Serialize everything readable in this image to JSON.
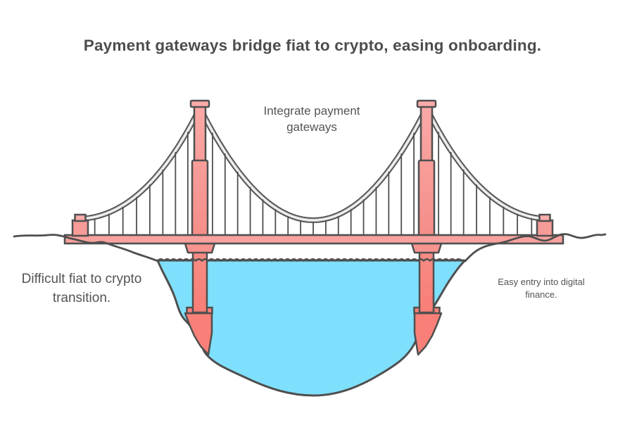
{
  "title": "Payment gateways bridge fiat to crypto, easing onboarding.",
  "labels": {
    "center": "Integrate payment gateways",
    "left": "Difficult fiat to crypto transition.",
    "right": "Easy entry into digital finance."
  },
  "illustration": {
    "name": "suspension-bridge-over-water",
    "elements": [
      "left-tower",
      "right-tower",
      "main-cable",
      "side-cables",
      "suspender-cables",
      "bridge-deck",
      "anchor-posts",
      "water-basin",
      "shoreline"
    ]
  },
  "colors": {
    "background": "#ffffff",
    "text_gray": "#545454",
    "outline_gray": "#4f4f4f",
    "deck_salmon": "#F9A19E",
    "tower_salmon_light": "#FAABA9",
    "tower_salmon": "#F79490",
    "pier_salmon_deep": "#F7776E",
    "water_cyan": "#7FE0FD",
    "cable_core_light": "#F7F7F7",
    "cable_core_shade": "#BFBFBF"
  }
}
